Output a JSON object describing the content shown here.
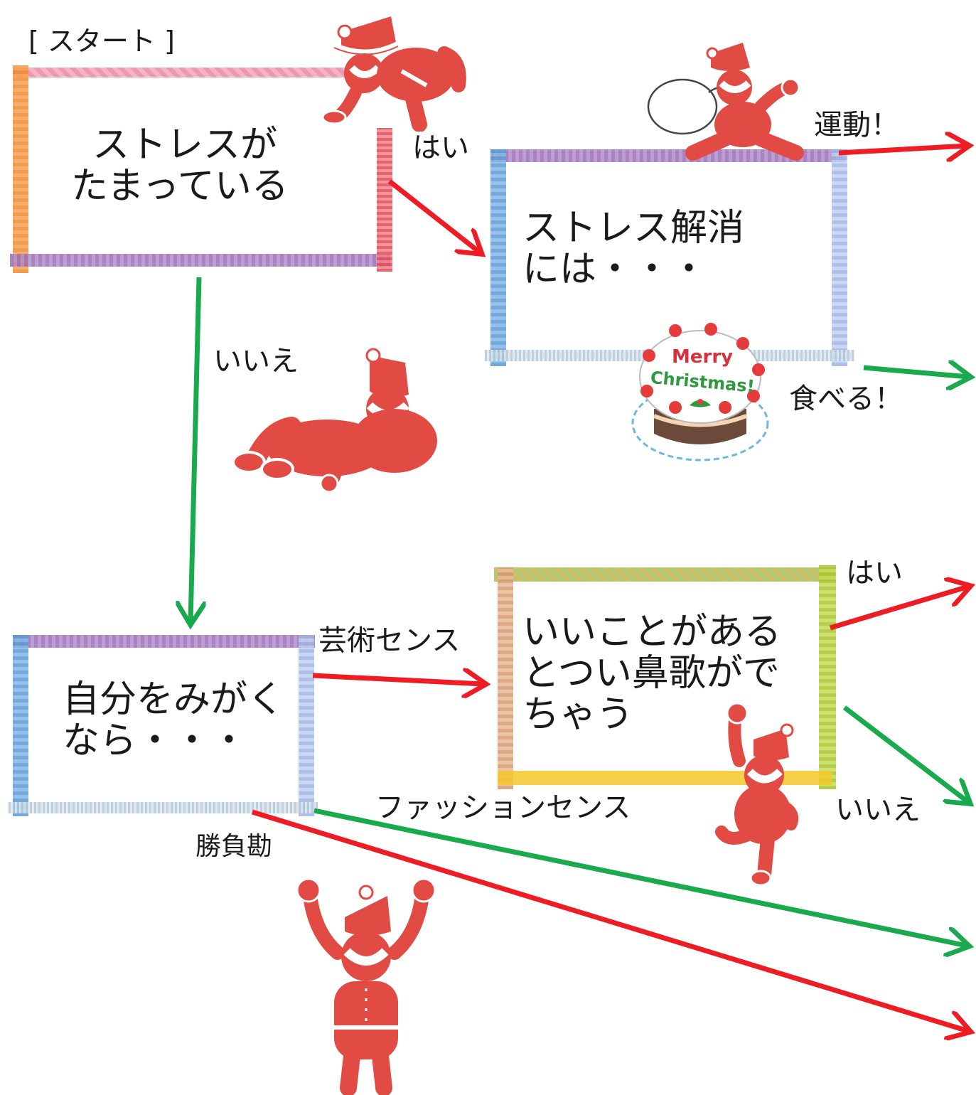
{
  "start_label": "[ スタート ]",
  "colors": {
    "yes_arrow": "#ee1d24",
    "no_arrow": "#1aaa4e",
    "santa": "#e24b44"
  },
  "boxes": {
    "stress": {
      "lines": [
        "ストレスが",
        "たまっている"
      ]
    },
    "relief": {
      "lines": [
        "ストレス解消",
        "には・・・"
      ]
    },
    "polish": {
      "lines": [
        "自分をみがく",
        "なら・・・"
      ]
    },
    "hum": {
      "lines": [
        "いいことがある",
        "とつい鼻歌がで",
        "ちゃう"
      ]
    }
  },
  "labels": {
    "yes_1": "はい",
    "no_1": "いいえ",
    "exercise": "運動！",
    "eat": "食べる！",
    "art_sense": "芸術センス",
    "fashion_sense": "ファッションセンス",
    "competitive": "勝負勘",
    "yes_2": "はい",
    "no_2": "いいえ"
  },
  "cake_text": [
    "Merry",
    "Christmas!"
  ],
  "icons": [
    "santa-climbing-icon",
    "santa-carrying-sack-icon",
    "santa-lying-down-icon",
    "christmas-cake-icon",
    "santa-jumping-icon",
    "santa-cheering-icon"
  ]
}
